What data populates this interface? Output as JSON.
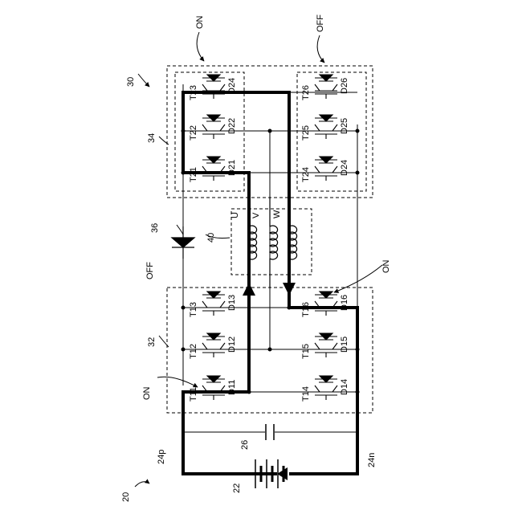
{
  "labels": {
    "ref_system": "20",
    "ref_battery": "22",
    "ref_capacitor": "26",
    "ref_power_p": "24p",
    "ref_power_n": "24n",
    "ref_inverter_a": "32",
    "ref_inverter_b": "34",
    "ref_unit": "30",
    "ref_switch": "36",
    "ref_motor": "40",
    "state_top_left": "ON",
    "state_top_right": "OFF",
    "state_switch": "OFF",
    "state_t11": "ON",
    "state_d16": "ON"
  },
  "inverter_a": {
    "upper": [
      {
        "t": "T11",
        "d": "D11"
      },
      {
        "t": "T12",
        "d": "D12"
      },
      {
        "t": "T13",
        "d": "D13"
      }
    ],
    "lower": [
      {
        "t": "T14",
        "d": "D14"
      },
      {
        "t": "T15",
        "d": "D15"
      },
      {
        "t": "T16",
        "d": "D16"
      }
    ]
  },
  "inverter_b": {
    "upper": [
      {
        "t": "T21",
        "d": "D21"
      },
      {
        "t": "T22",
        "d": "D22"
      },
      {
        "t": "T23",
        "d": "D24"
      }
    ],
    "lower": [
      {
        "t": "T24",
        "d": "D24"
      },
      {
        "t": "T25",
        "d": "D25"
      },
      {
        "t": "T26",
        "d": "D26"
      }
    ]
  },
  "windings": [
    "U",
    "V",
    "W"
  ]
}
